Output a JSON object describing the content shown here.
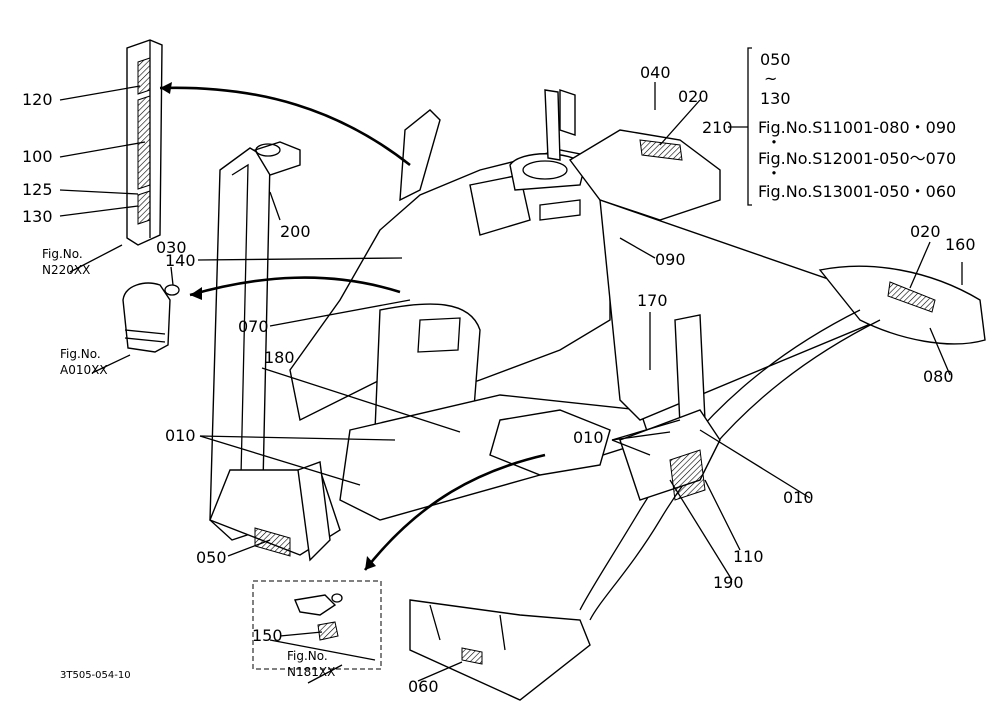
{
  "callouts": {
    "c040": "040",
    "c020_top": "020",
    "c050_range_a": "050",
    "tilde_a": "~",
    "c130_range": "130",
    "c210": "210",
    "fig_s11001": "Fig.No.S11001-080・090",
    "fig_s12001": "Fig.No.S12001-050～070",
    "fig_s13001": "Fig.No.S13001-050・060",
    "c120": "120",
    "c100": "100",
    "c125": "125",
    "c130": "130",
    "fig_n220_a": "Fig.No.",
    "fig_n220_b": "N220XX",
    "c030": "030",
    "c200": "200",
    "c140": "140",
    "c090": "090",
    "c020_right": "020",
    "c160": "160",
    "c170": "170",
    "c070": "070",
    "fig_a010_a": "Fig.No.",
    "fig_a010_b": "A010XX",
    "c180": "180",
    "c080": "080",
    "c010_left": "010",
    "c010_mid": "010",
    "c010_right": "010",
    "c110": "110",
    "c190": "190",
    "c050": "050",
    "c150": "150",
    "fig_n181_a": "Fig.No.",
    "fig_n181_b": "N181XX",
    "c060": "060",
    "drawing_no": "3T505-054-10"
  },
  "colors": {
    "line": "#000000",
    "background": "#ffffff"
  }
}
